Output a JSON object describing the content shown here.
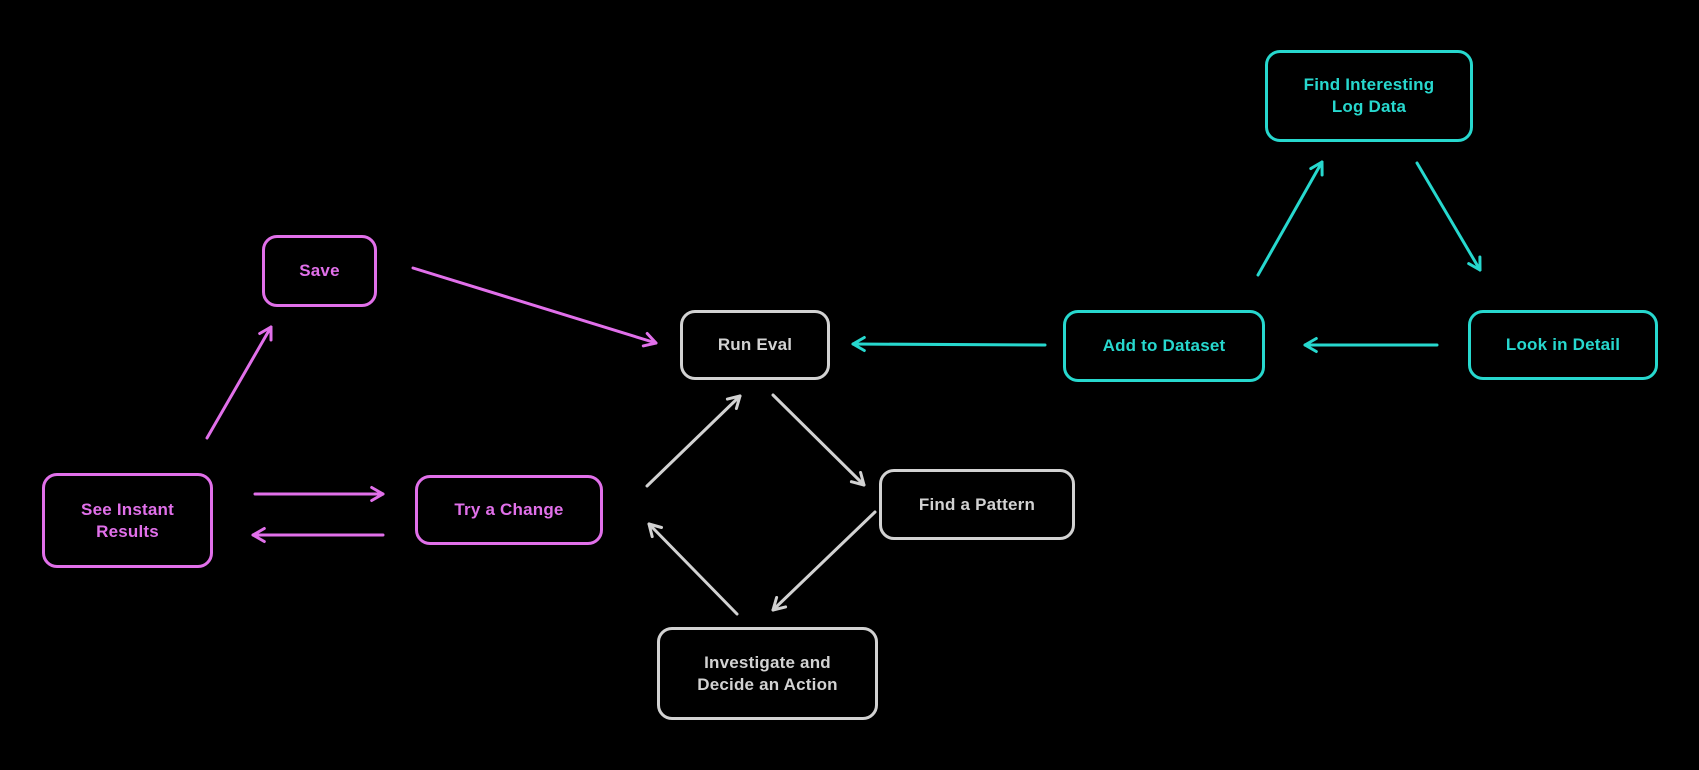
{
  "colors": {
    "bg": "#000000",
    "magenta": "#e170ea",
    "cyan": "#27d8ce",
    "gray": "#d2d2d2"
  },
  "nodes": {
    "save": {
      "label": "Save",
      "color": "magenta"
    },
    "see_instant_results": {
      "label": "See Instant\nResults",
      "color": "magenta"
    },
    "try_a_change": {
      "label": "Try a Change",
      "color": "magenta"
    },
    "run_eval": {
      "label": "Run Eval",
      "color": "gray"
    },
    "find_a_pattern": {
      "label": "Find a Pattern",
      "color": "gray"
    },
    "investigate_and_decide_an_action": {
      "label": "Investigate and\nDecide an Action",
      "color": "gray"
    },
    "find_interesting_log_data": {
      "label": "Find Interesting\nLog Data",
      "color": "cyan"
    },
    "add_to_dataset": {
      "label": "Add to Dataset",
      "color": "cyan"
    },
    "look_in_detail": {
      "label": "Look in Detail",
      "color": "cyan"
    }
  },
  "edges": [
    {
      "from": "see-instant-results",
      "to": "save",
      "color": "magenta"
    },
    {
      "from": "save",
      "to": "run-eval",
      "color": "magenta"
    },
    {
      "from": "see-instant-results",
      "to": "try-a-change",
      "color": "magenta"
    },
    {
      "from": "try-a-change",
      "to": "see-instant-results",
      "color": "magenta"
    },
    {
      "from": "try-a-change",
      "to": "run-eval",
      "color": "gray"
    },
    {
      "from": "run-eval",
      "to": "find-a-pattern",
      "color": "gray"
    },
    {
      "from": "find-a-pattern",
      "to": "investigate-and-decide-an-action",
      "color": "gray"
    },
    {
      "from": "investigate-and-decide-an-action",
      "to": "try-a-change",
      "color": "gray"
    },
    {
      "from": "add-to-dataset",
      "to": "run-eval",
      "color": "cyan"
    },
    {
      "from": "add-to-dataset",
      "to": "find-interesting-log-data",
      "color": "cyan"
    },
    {
      "from": "find-interesting-log-data",
      "to": "look-in-detail",
      "color": "cyan"
    },
    {
      "from": "look-in-detail",
      "to": "add-to-dataset",
      "color": "cyan"
    }
  ]
}
